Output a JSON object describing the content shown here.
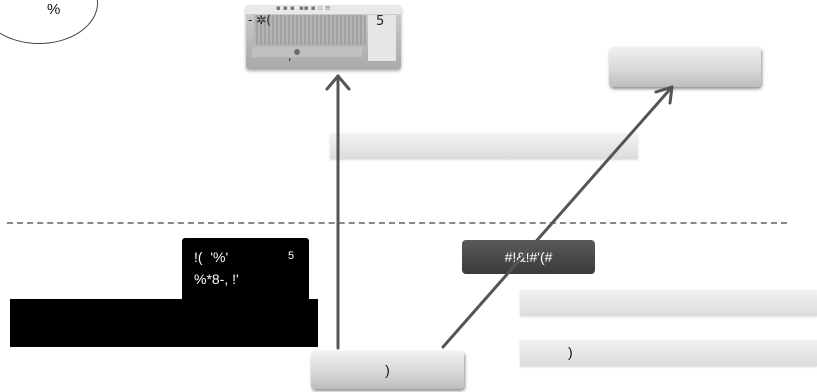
{
  "ellipse": {
    "label": "%"
  },
  "thumbnail": {
    "title_symbols": "▪ ▪ ▪  ▪▪ ▪ ▫ ≡",
    "left_glyph": "- ✲(",
    "right_glyph": "5",
    "bottom_glyph": ","
  },
  "buttons": {
    "top_right_label": "",
    "bottom_label": ")"
  },
  "bars": {
    "right_lower_label": ")"
  },
  "dark_box": {
    "line1": "!(  '%'",
    "line1_digit": "5",
    "line2": "%*8-, !'"
  },
  "pill": {
    "label": "#!&!#'(#"
  },
  "colors": {
    "arrow": "#555555",
    "dashed_line": "#888888",
    "dark_box": "#000000",
    "pill": "#4a4a4a"
  }
}
